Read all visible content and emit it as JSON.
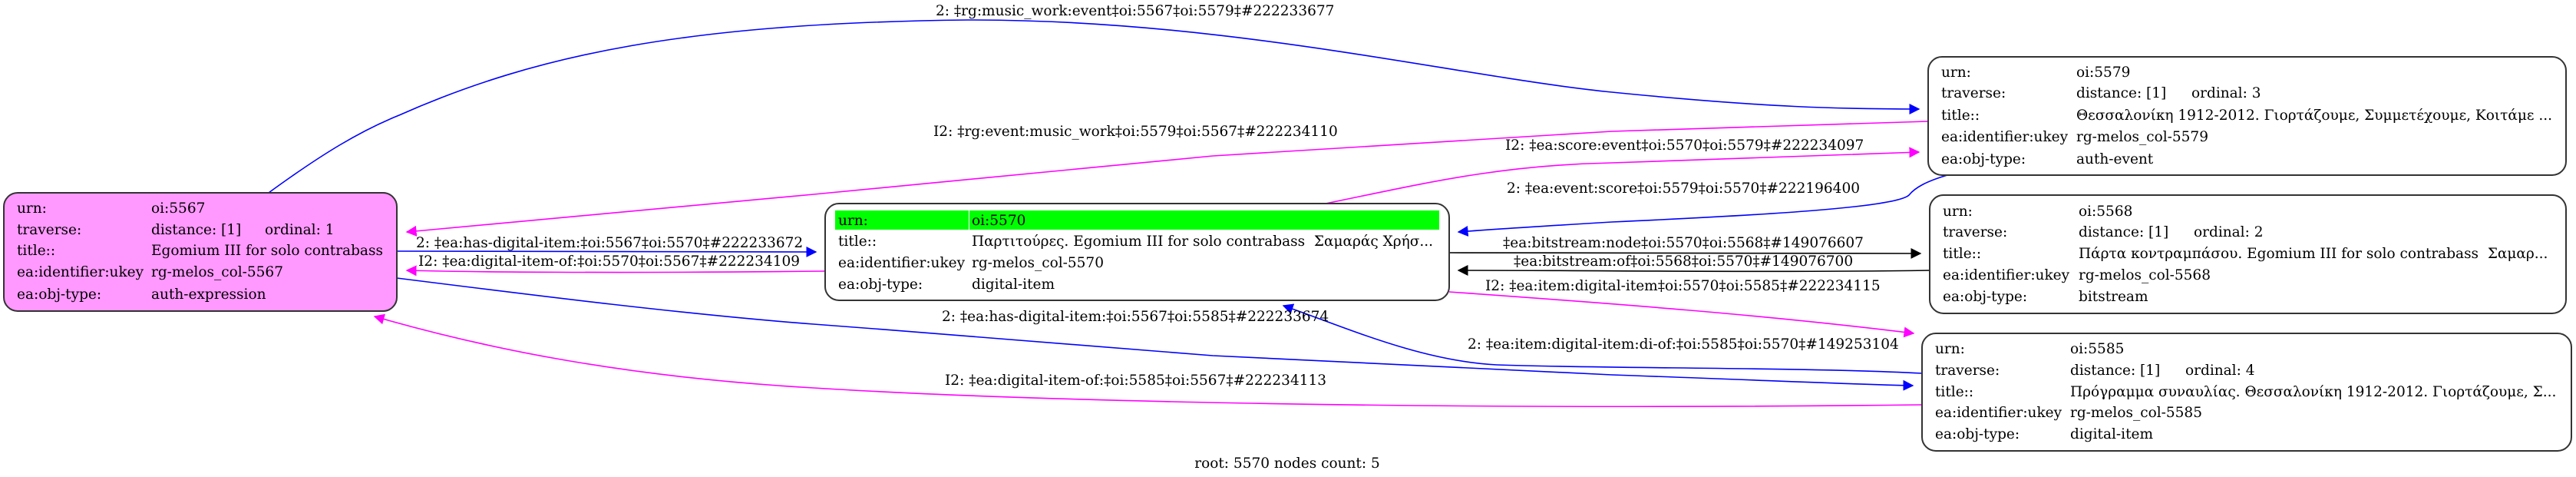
{
  "colors": {
    "root_node_fill": "#ff99ff",
    "focus_row_fill": "#00ff00",
    "edge_forward": "#0000ff",
    "edge_inverse": "#ff00ff",
    "edge_bitstream": "#000000"
  },
  "nodes": [
    {
      "id": "5567",
      "urn": "oi:5567",
      "fill": "#ff99ff",
      "rows": [
        {
          "key": "urn:",
          "value": "oi:5567"
        },
        {
          "key": "traverse:",
          "value": "distance: [1]",
          "extra": "ordinal: 1"
        },
        {
          "key": "title::",
          "value": "Egomium III for solo contrabass"
        },
        {
          "key": "ea:identifier:ukey",
          "value": "rg-melos_col-5567"
        },
        {
          "key": "ea:obj-type:",
          "value": "auth-expression"
        }
      ]
    },
    {
      "id": "5570",
      "urn": "oi:5570",
      "fill": "#ffffff",
      "highlight_first_row": true,
      "rows": [
        {
          "key": "urn:",
          "value": "oi:5570"
        },
        {
          "key": "title::",
          "value": "Παρτιτούρες. Egomium III for solo contrabass  Σαμαράς Χρήσ..."
        },
        {
          "key": "ea:identifier:ukey",
          "value": "rg-melos_col-5570"
        },
        {
          "key": "ea:obj-type:",
          "value": "digital-item"
        }
      ]
    },
    {
      "id": "5579",
      "urn": "oi:5579",
      "fill": "#ffffff",
      "rows": [
        {
          "key": "urn:",
          "value": "oi:5579"
        },
        {
          "key": "traverse:",
          "value": "distance: [1]",
          "extra": "ordinal: 3"
        },
        {
          "key": "title::",
          "value": "Θεσσαλονίκη 1912-2012. Γιορτάζουμε, Συμμετέχουμε, Κοιτάμε ..."
        },
        {
          "key": "ea:identifier:ukey",
          "value": "rg-melos_col-5579"
        },
        {
          "key": "ea:obj-type:",
          "value": "auth-event"
        }
      ]
    },
    {
      "id": "5568",
      "urn": "oi:5568",
      "fill": "#ffffff",
      "rows": [
        {
          "key": "urn:",
          "value": "oi:5568"
        },
        {
          "key": "traverse:",
          "value": "distance: [1]",
          "extra": "ordinal: 2"
        },
        {
          "key": "title::",
          "value": "Πάρτα κοντραμπάσου. Egomium III for solo contrabass  Σαμαρ..."
        },
        {
          "key": "ea:identifier:ukey",
          "value": "rg-melos_col-5568"
        },
        {
          "key": "ea:obj-type:",
          "value": "bitstream"
        }
      ]
    },
    {
      "id": "5585",
      "urn": "oi:5585",
      "fill": "#ffffff",
      "rows": [
        {
          "key": "urn:",
          "value": "oi:5585"
        },
        {
          "key": "traverse:",
          "value": "distance: [1]",
          "extra": "ordinal: 4"
        },
        {
          "key": "title::",
          "value": "Πρόγραμμα συναυλίας. Θεσσαλονίκη 1912-2012. Γιορτάζουμε, Σ..."
        },
        {
          "key": "ea:identifier:ukey",
          "value": "rg-melos_col-5585"
        },
        {
          "key": "ea:obj-type:",
          "value": "digital-item"
        }
      ]
    }
  ],
  "edges": [
    {
      "id": "e1",
      "from": "5567",
      "to": "5579",
      "color": "#0000ff",
      "label": "2: ‡rg:music_work:event‡oi:5567‡oi:5579‡#222233677"
    },
    {
      "id": "e2",
      "from": "5579",
      "to": "5567",
      "color": "#ff00ff",
      "label": "I2: ‡rg:event:music_work‡oi:5579‡oi:5567‡#222234110"
    },
    {
      "id": "e3",
      "from": "5570",
      "to": "5579",
      "color": "#ff00ff",
      "label": "I2: ‡ea:score:event‡oi:5570‡oi:5579‡#222234097"
    },
    {
      "id": "e4",
      "from": "5579",
      "to": "5570",
      "color": "#0000ff",
      "label": "2: ‡ea:event:score‡oi:5579‡oi:5570‡#222196400"
    },
    {
      "id": "e5",
      "from": "5567",
      "to": "5570",
      "color": "#0000ff",
      "label": "2: ‡ea:has-digital-item:‡oi:5567‡oi:5570‡#222233672"
    },
    {
      "id": "e6",
      "from": "5570",
      "to": "5567",
      "color": "#ff00ff",
      "label": "I2: ‡ea:digital-item-of:‡oi:5570‡oi:5567‡#222234109"
    },
    {
      "id": "e7",
      "from": "5570",
      "to": "5568",
      "color": "#000000",
      "label": "‡ea:bitstream:node‡oi:5570‡oi:5568‡#149076607"
    },
    {
      "id": "e8",
      "from": "5568",
      "to": "5570",
      "color": "#000000",
      "label": "‡ea:bitstream:of‡oi:5568‡oi:5570‡#149076700"
    },
    {
      "id": "e9",
      "from": "5570",
      "to": "5585",
      "color": "#ff00ff",
      "label": "I2: ‡ea:item:digital-item‡oi:5570‡oi:5585‡#222234115"
    },
    {
      "id": "e10",
      "from": "5567",
      "to": "5585",
      "color": "#0000ff",
      "label": "2: ‡ea:has-digital-item:‡oi:5567‡oi:5585‡#222233674"
    },
    {
      "id": "e11",
      "from": "5585",
      "to": "5570",
      "color": "#0000ff",
      "label": "2: ‡ea:item:digital-item:di-of:‡oi:5585‡oi:5570‡#149253104"
    },
    {
      "id": "e12",
      "from": "5585",
      "to": "5567",
      "color": "#ff00ff",
      "label": "I2: ‡ea:digital-item-of:‡oi:5585‡oi:5567‡#222234113"
    }
  ],
  "footer": "root: 5570 nodes count: 5"
}
